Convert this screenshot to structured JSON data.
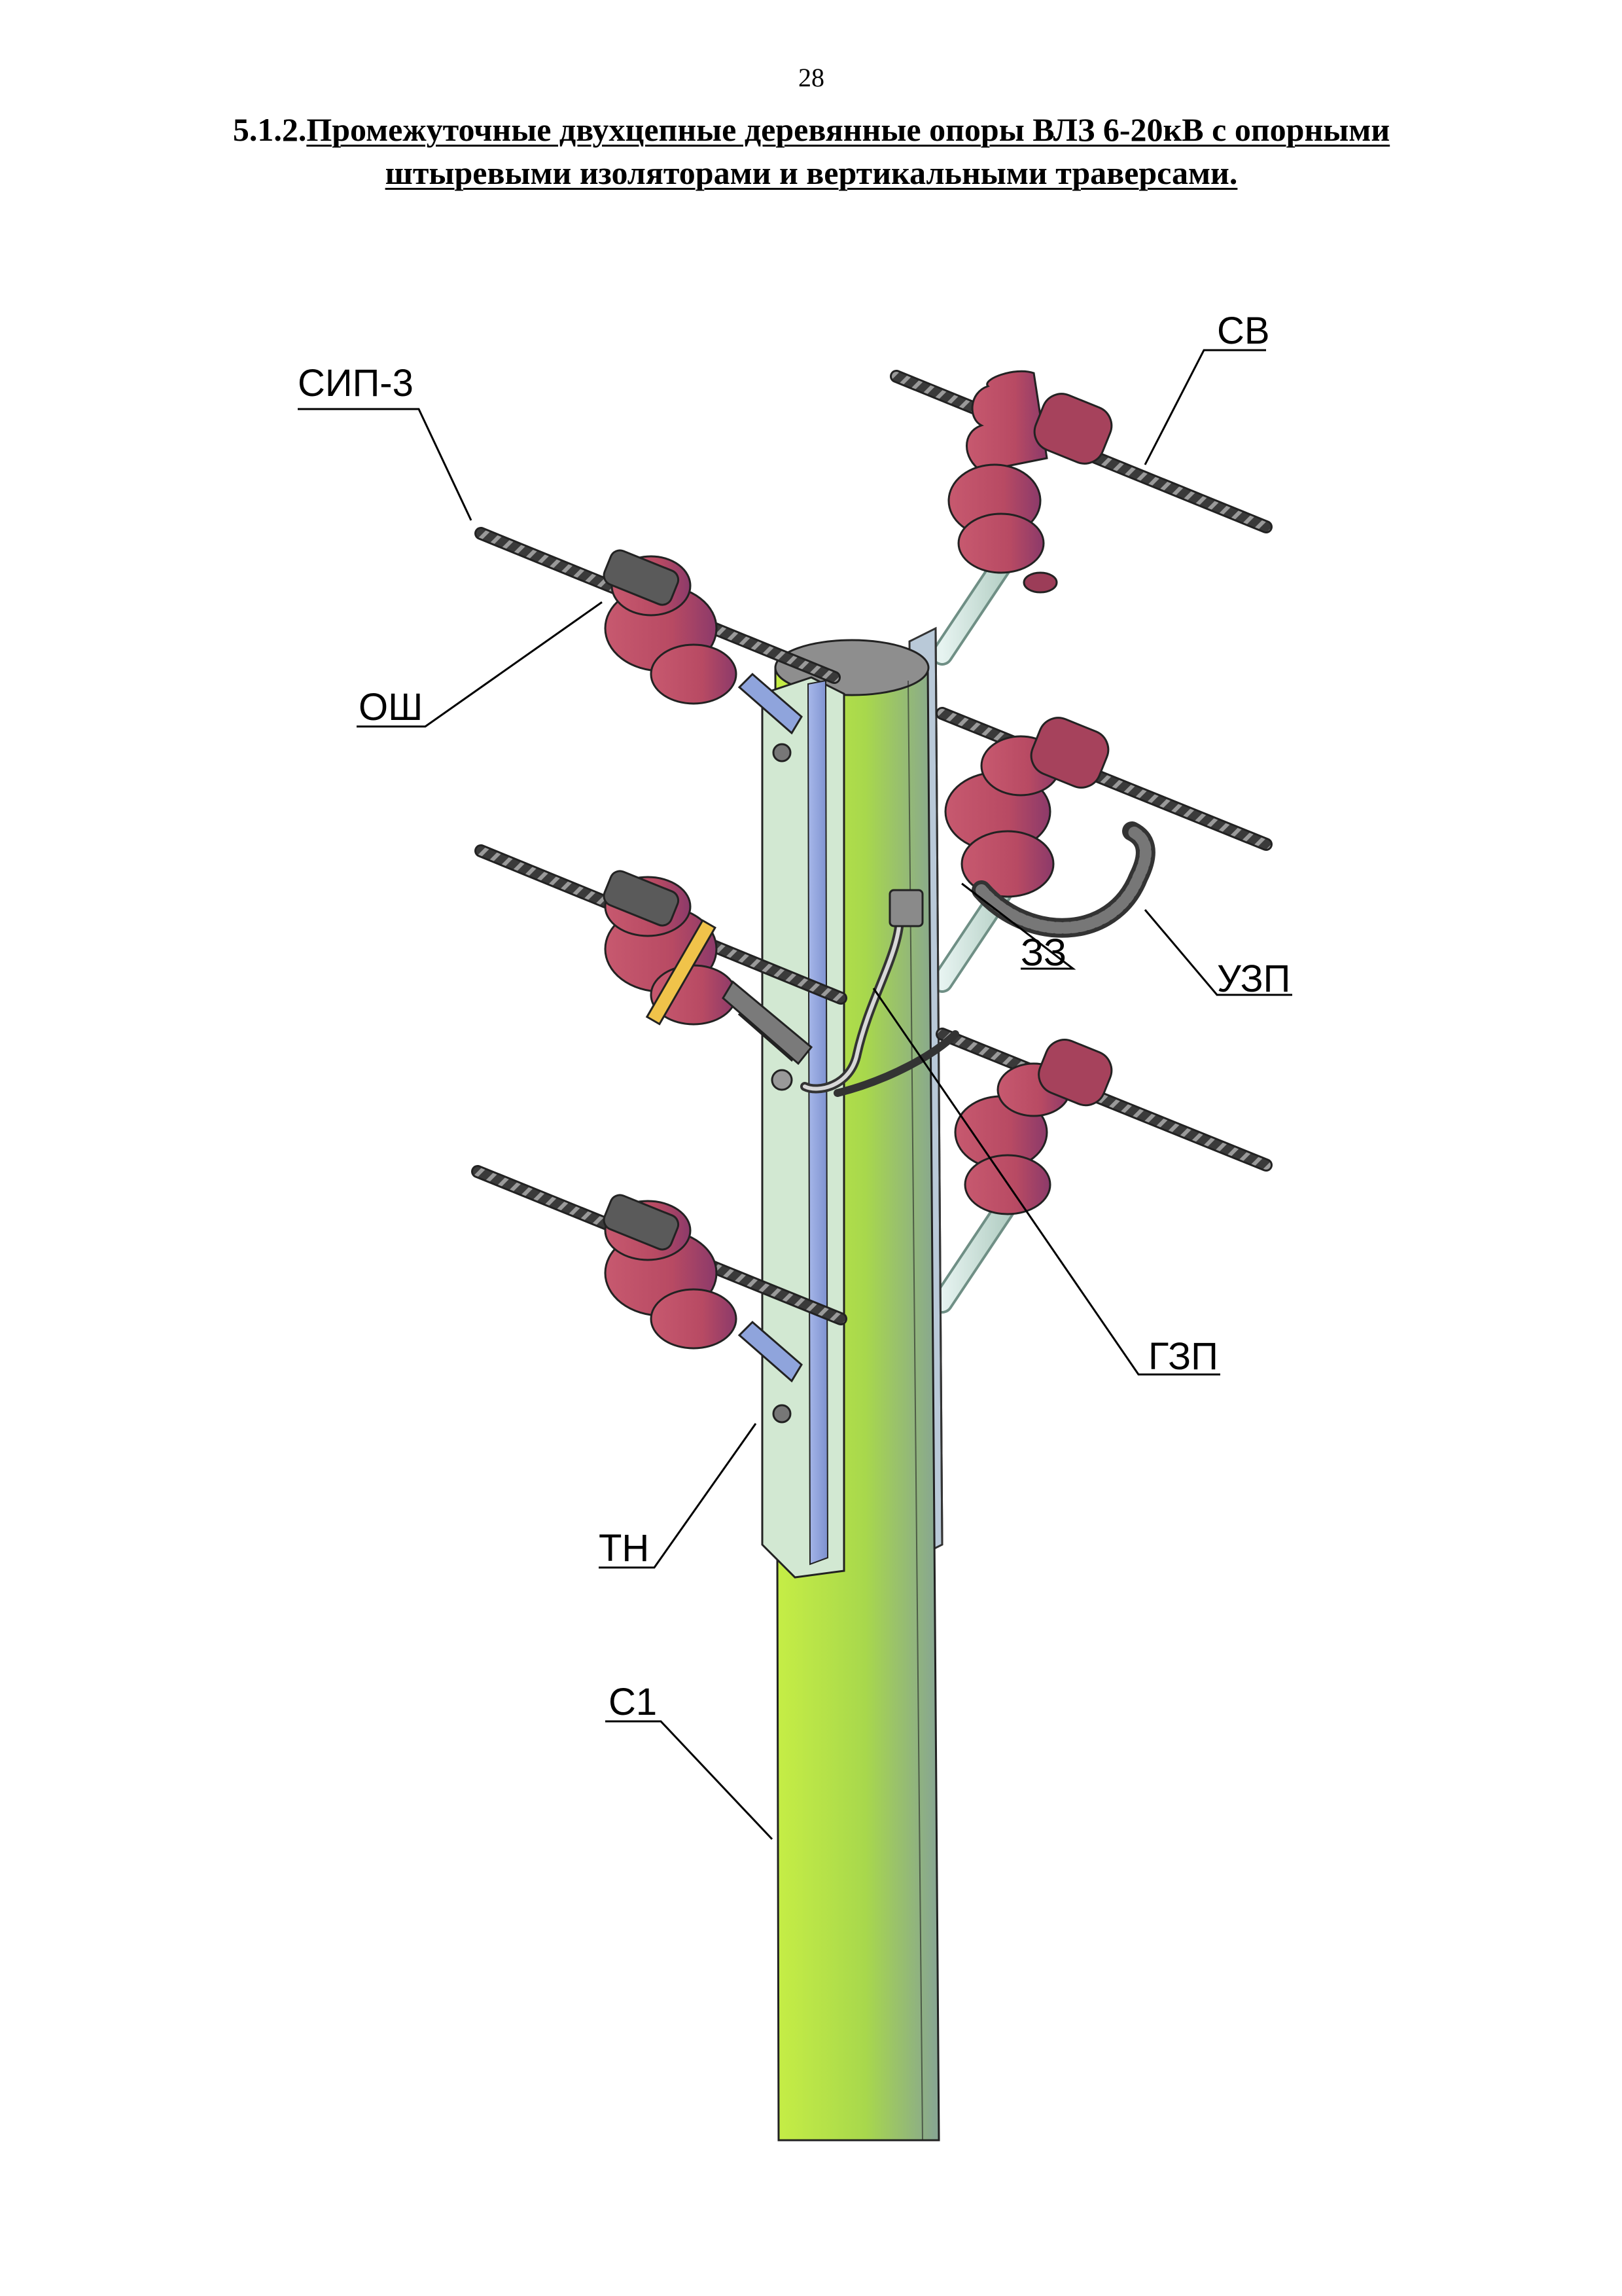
{
  "page": {
    "number": "28"
  },
  "heading": {
    "section_number": "5.1.2.",
    "line1": "Промежуточные двухцепные деревянные опоры ВЛЗ 6-20кВ с опорными",
    "line2": "штыревыми изоляторами и вертикальными траверсами."
  },
  "callouts": [
    {
      "id": "sip3",
      "label": "СИП-3"
    },
    {
      "id": "sv",
      "label": "СВ"
    },
    {
      "id": "osh",
      "label": "ОШ"
    },
    {
      "id": "zz",
      "label": "ЗЗ"
    },
    {
      "id": "uzp",
      "label": "УЗП"
    },
    {
      "id": "gzp",
      "label": "ГЗП"
    },
    {
      "id": "tn",
      "label": "ТН"
    },
    {
      "id": "c1",
      "label": "С1"
    }
  ],
  "colors": {
    "pole_top": "#b5e347",
    "pole_bottom": "#c3ea3c",
    "pole_shadow": "#8aa880",
    "insulator": "#c05068",
    "insulator_dark": "#8e3348",
    "traverse_plate": "#cfe6cf",
    "traverse_strip": "#8fa4dc",
    "wire": "#333333"
  }
}
